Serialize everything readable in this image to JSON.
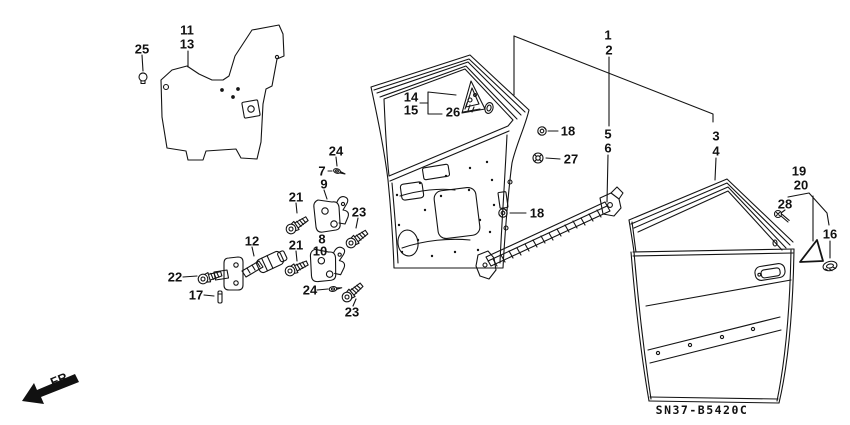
{
  "figure": {
    "code": "SN37-B5420C",
    "direction": "FR.",
    "callouts": [
      {
        "n": "11"
      },
      {
        "n": "13"
      },
      {
        "n": "25"
      },
      {
        "n": "14"
      },
      {
        "n": "15"
      },
      {
        "n": "26"
      },
      {
        "n": "24"
      },
      {
        "n": "7"
      },
      {
        "n": "9"
      },
      {
        "n": "21"
      },
      {
        "n": "23"
      },
      {
        "n": "8"
      },
      {
        "n": "10"
      },
      {
        "n": "21"
      },
      {
        "n": "12"
      },
      {
        "n": "22"
      },
      {
        "n": "17"
      },
      {
        "n": "24"
      },
      {
        "n": "23"
      },
      {
        "n": "18"
      },
      {
        "n": "27"
      },
      {
        "n": "18"
      },
      {
        "n": "1"
      },
      {
        "n": "2"
      },
      {
        "n": "5"
      },
      {
        "n": "6"
      },
      {
        "n": "3"
      },
      {
        "n": "4"
      },
      {
        "n": "19"
      },
      {
        "n": "20"
      },
      {
        "n": "28"
      },
      {
        "n": "16"
      }
    ]
  }
}
